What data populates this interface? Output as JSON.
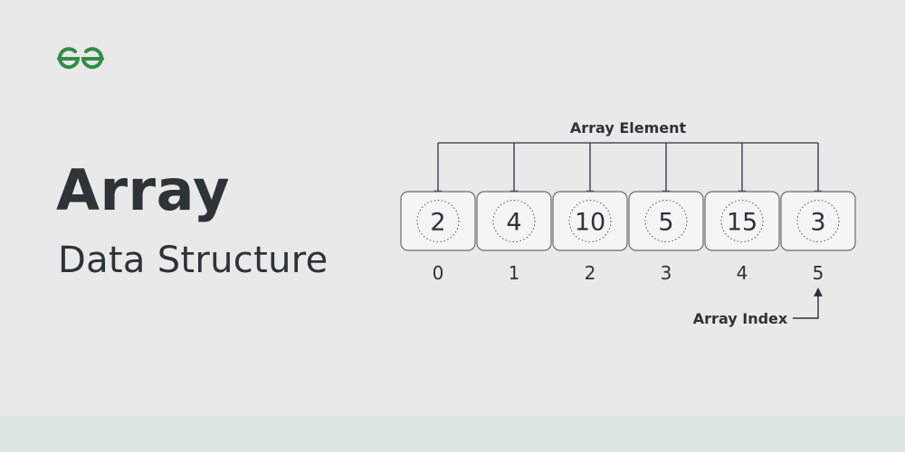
{
  "heading": {
    "title": "Array",
    "subtitle": "Data Structure"
  },
  "logo": {
    "icon": "geeksforgeeks-logo-icon",
    "color": "#2f8d46"
  },
  "diagram": {
    "element_label": "Array Element",
    "index_label": "Array Index",
    "values": [
      "2",
      "4",
      "10",
      "5",
      "15",
      "3"
    ],
    "indices": [
      "0",
      "1",
      "2",
      "3",
      "4",
      "5"
    ],
    "highlighted_index": 5
  },
  "colors": {
    "background": "#e9e9e9",
    "band": "#dde5df",
    "text": "#2d3338",
    "cell_fill": "#f5f5f5",
    "cell_border": "#6b6b6b",
    "brand_green": "#2f8d46"
  }
}
